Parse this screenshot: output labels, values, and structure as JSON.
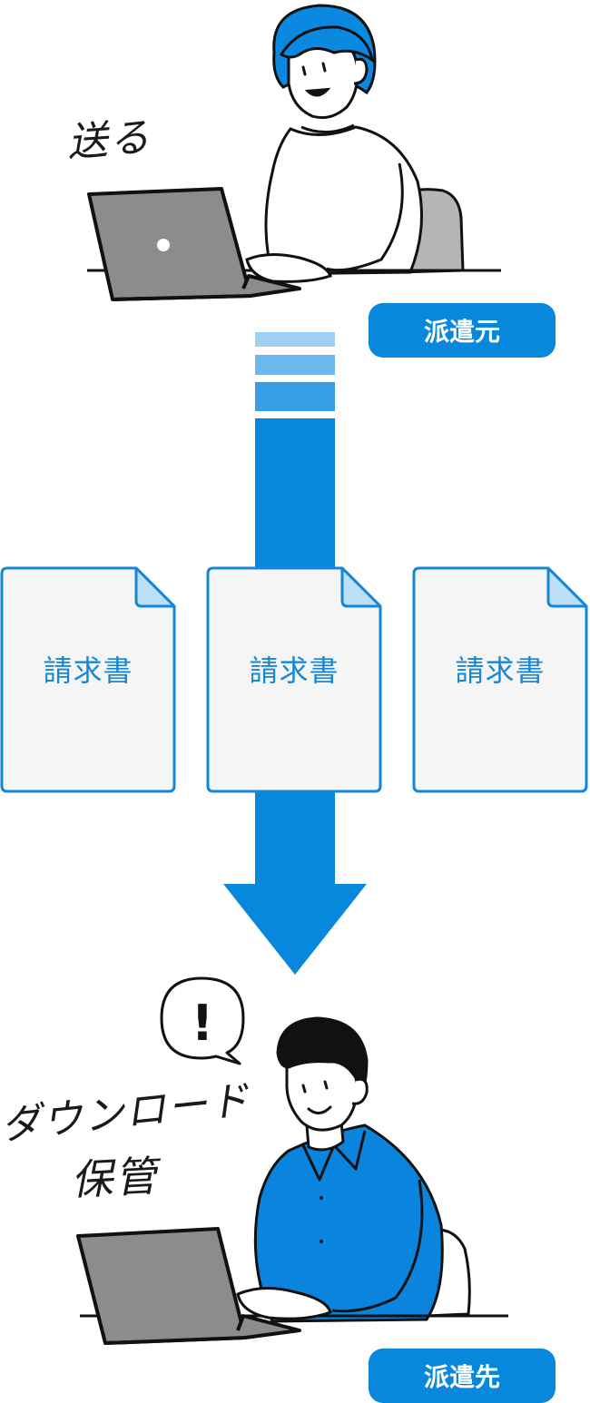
{
  "labels": {
    "send": "送る",
    "download": "ダウンロード",
    "store": "保管",
    "origin": "派遣元",
    "destination": "派遣先"
  },
  "documents": [
    {
      "label": "請求書"
    },
    {
      "label": "請求書"
    },
    {
      "label": "請求書"
    }
  ],
  "alert": {
    "symbol": "!"
  },
  "colors": {
    "accent_blue": "#0888dd",
    "shirt_blue": "#0b84dd",
    "hair_blue": "#0b88e0",
    "doc_fill": "#f5f5f5",
    "doc_stroke": "#1587d6",
    "laptop_gray": "#8c8c8c",
    "chair_gray": "#b5b5b5"
  },
  "icons": {
    "top_person": "woman-using-laptop-icon",
    "bottom_person": "man-using-laptop-icon",
    "arrow": "down-arrow-icon",
    "speech": "exclamation-speech-bubble-icon",
    "document": "document-icon"
  }
}
